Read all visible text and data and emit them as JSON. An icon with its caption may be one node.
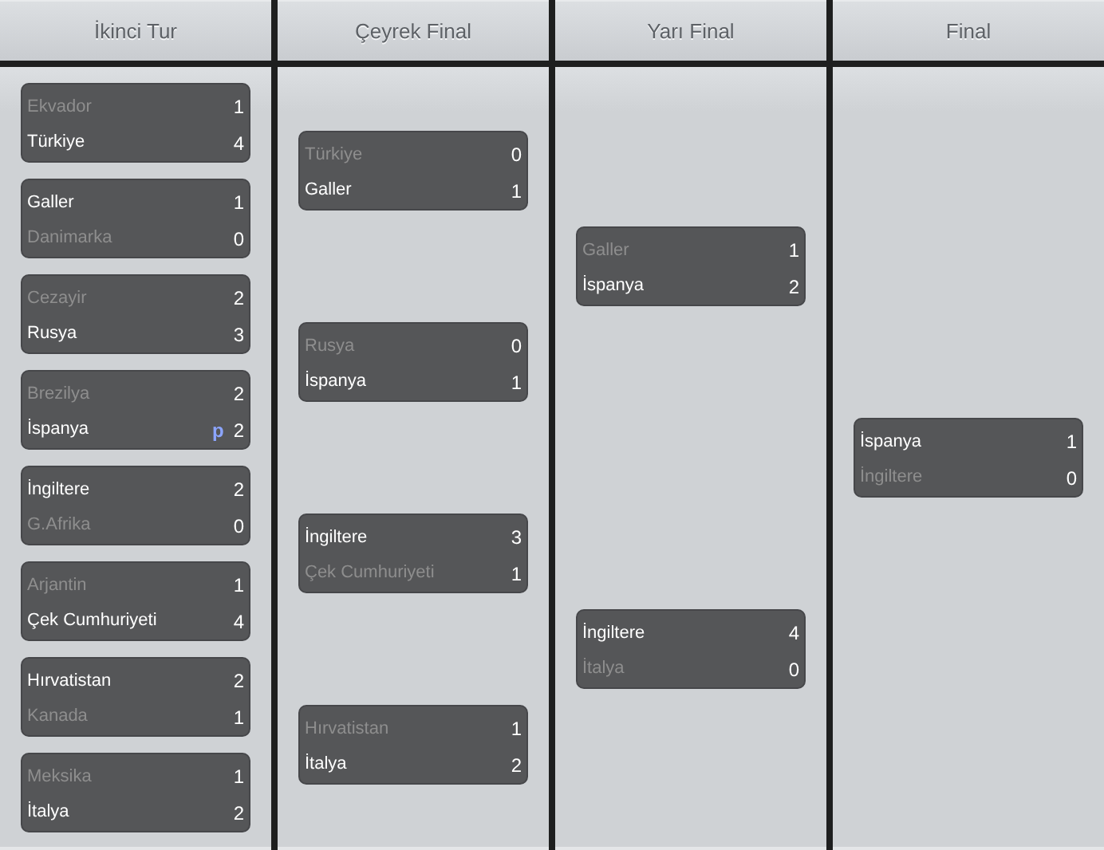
{
  "diagram": {
    "nodes": [
      {
        "text": [
          "İkinci Tur"
        ]
      },
      {
        "text": [
          "Çeyrek Final"
        ]
      },
      {
        "text": [
          "Yarı Final"
        ]
      },
      {
        "text": [
          "Final"
        ]
      },
      {
        "text": [],
        "shape": "box"
      },
      {
        "text": [
          "Ekvador",
          "1",
          "Türkiye",
          "4"
        ],
        "in": 4
      },
      {
        "text": [
          "Galler",
          "1",
          "Danimarka",
          "0"
        ],
        "in": 4
      },
      {
        "text": [
          "Cezayir",
          "2",
          "Rusya",
          "3"
        ],
        "in": 4
      },
      {
        "text": [
          "Brezilya",
          "2",
          "İspanya",
          "p",
          "2"
        ],
        "in": 4
      },
      {
        "text": [
          "İngiltere",
          "2",
          "G.Afrika",
          "0"
        ],
        "in": 4
      },
      {
        "text": [
          "Arjantin",
          "1",
          "Çek Cumhuriyeti",
          "4"
        ],
        "in": 4
      },
      {
        "text": [
          "Hırvatistan",
          "2",
          "Kanada",
          "1"
        ],
        "in": 4
      },
      {
        "text": [
          "Meksika",
          "1",
          "İtalya",
          "2"
        ],
        "in": 4
      },
      {
        "text": [],
        "shape": "box"
      },
      {
        "text": [
          "Türkiye",
          "0",
          "Galler",
          "1"
        ],
        "in": 13
      },
      {
        "text": [
          "Rusya",
          "0",
          "İspanya",
          "1"
        ],
        "in": 13
      },
      {
        "text": [
          "İngiltere",
          "3",
          "Çek Cumhuriyeti",
          "1"
        ],
        "in": 13
      },
      {
        "text": [
          "Hırvatistan",
          "1",
          "İtalya",
          "2"
        ],
        "in": 13
      },
      {
        "text": [],
        "shape": "box"
      },
      {
        "text": [
          "Galler",
          "1",
          "İspanya",
          "2"
        ],
        "in": 18
      },
      {
        "text": [
          "İngiltere",
          "4",
          "İtalya",
          "0"
        ],
        "in": 18
      },
      {
        "text": [],
        "shape": "box"
      },
      {
        "text": [
          "İspanya",
          "1",
          "İngiltere",
          "0"
        ],
        "in": 21
      }
    ]
  }
}
